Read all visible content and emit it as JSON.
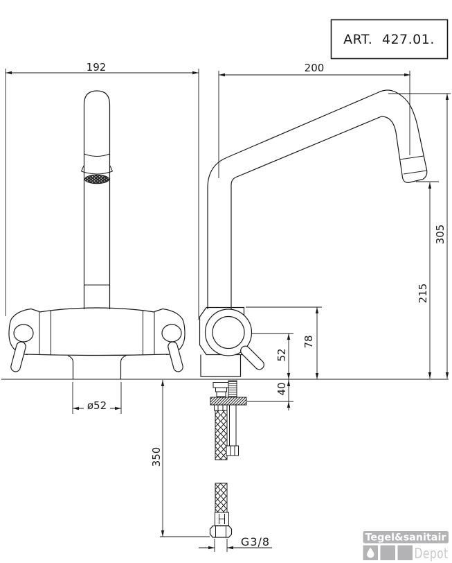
{
  "title_block": {
    "art_number": "ART. 427.01."
  },
  "dimensions": {
    "front_width": "192",
    "side_reach": "200",
    "spout_top_height": "305",
    "spout_outlet_height": "215",
    "body_top_height": "78",
    "handle_axis_height": "52",
    "mounting_depth": "40",
    "base_diameter": "ø52",
    "hose_length": "350",
    "connection_thread": "G3/8"
  },
  "logo": {
    "brand": "Tegel&sanitair",
    "sub_brand": "Depot"
  },
  "colors": {
    "line": "#1a1a1a",
    "background": "#ffffff",
    "logo_gray": "#b3b3b5",
    "logo_light_gray": "#c9c9c9",
    "aerator_fill": "#2a2a2a"
  }
}
